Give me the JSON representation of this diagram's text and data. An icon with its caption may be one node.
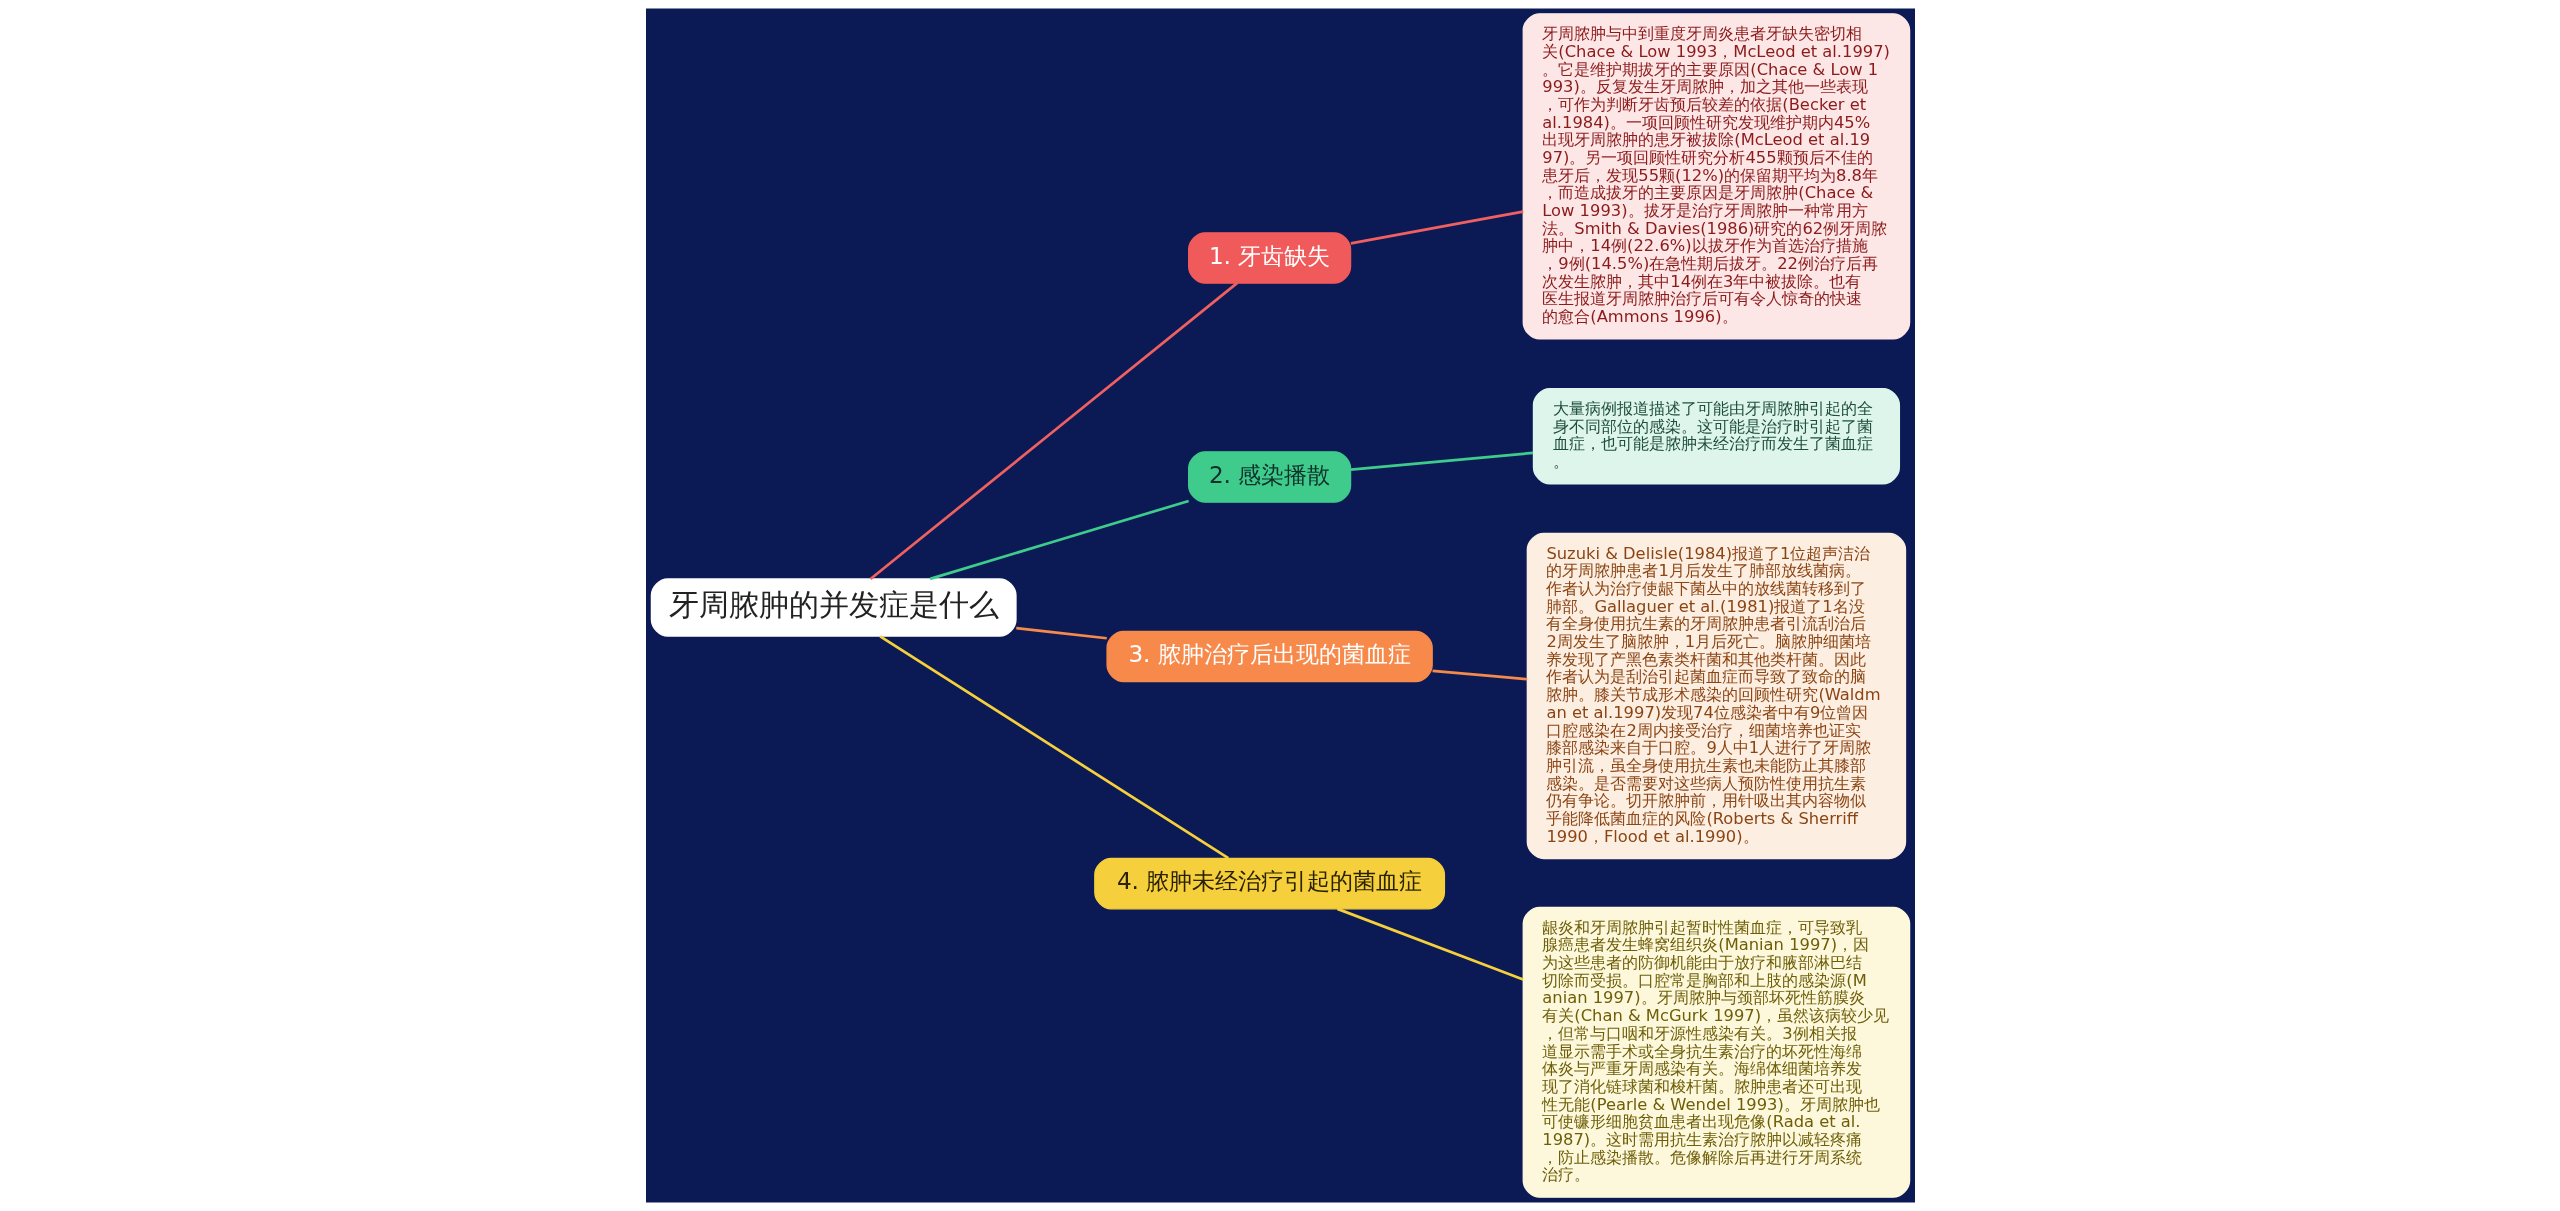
{
  "diagram": {
    "nodes": [
      {
        "text": [
          "牙周脓肿的并发症是什么"
        ]
      },
      {
        "text": [
          "1. 牙齿缺失"
        ]
      },
      {
        "text": [
          "牙周脓肿与中到重度牙周炎患者牙缺失密切相关(Chace & Low 1993，McLeod et al.1997)。它是维护期拔牙的主要原因(Chace & Low 1993)。反复发生牙周脓肿，加之其他一些表现，可作为判断牙齿预后较差的依据(Becker et al.1984)。一项回顾性研究发现维护期内45%出现牙周脓肿的患牙被拔除(McLeod et al.1997)。另一项回顾性研究分析455颗预后不佳的患牙后，发现55颗(12%)的保留期平均为8.8年，而造成拔牙的主要原因是牙周脓肿(Chace & Low 1993)。拔牙是治疗牙周脓肿一种常用方法。Smith & Davies(1986)研究的62例牙周脓肿中，14例(22.6%)以拔牙作为首选治疗措施，9例(14.5%)在急性期后拔牙。22例治疗后再次发生脓肿，其中14例在3年中被拔除。也有医生报道牙周脓肿治疗后可有令人惊奇的快速的愈合(Ammons 1996)。"
        ]
      },
      {
        "text": [
          "2. 感染播散"
        ]
      },
      {
        "text": [
          "大量病例报道描述了可能由牙周脓肿引起的全身不同部位的感染。这可能是治疗时引起了菌血症，也可能是脓肿未经治疗而发生了菌血症。"
        ]
      },
      {
        "text": [
          "3. 脓肿治疗后出现的菌血症"
        ]
      },
      {
        "text": [
          "Suzuki & Delisle(1984)报道了1位超声洁治的牙周脓肿患者1月后发生了肺部放线菌病。作者认为治疗使龈下菌丛中的放线菌转移到了肺部。Gallaguer et al.(1981)报道了1名没有全身使用抗生素的牙周脓肿患者引流刮治后2周发生了脑脓肿，1月后死亡。脑脓肿细菌培养发现了产黑色素类杆菌和其他类杆菌。因此作者认为是刮治引起菌血症而导致了致命的脑脓肿。膝关节成形术感染的回顾性研究(Waldman et al.1997)发现74位感染者中有9位曾因口腔感染在2周内接受治疗，细菌培养也证实膝部感染来自于口腔。9人中1人进行了牙周脓肿引流，虽全身使用抗生素也未能防止其膝部感染。是否需要对这些病人预防性使用抗生素仍有争论。切开脓肿前，用针吸出其内容物似乎能降低菌血症的风险(Roberts & Sherriff 1990，Flood et al.1990)。"
        ]
      },
      {
        "text": [
          "4. 脓肿未经治疗引起的菌血症"
        ]
      },
      {
        "text": [
          "龈炎和牙周脓肿引起暂时性菌血症，可导致乳腺癌患者发生蜂窝组织炎(Manian 1997)，因为这些患者的防御机能由于放疗和腋部淋巴结切除而受损。口腔常是胸部和上肢的感染源(Manian 1997)。牙周脓肿与颈部坏死性筋膜炎有关(Chan & McGurk 1997)，虽然该病较少见，但常与口咽和牙源性感染有关。3例相关报道显示需手术或全身抗生素治疗的坏死性海绵体炎与严重牙周感染有关。海绵体细菌培养发现了消化链球菌和梭杆菌。脓肿患者还可出现性无能(Pearle & Wendel 1993)。牙周脓肿也可使镰形细胞贫血患者出现危像(Rada et al.1987)。这时需用抗生素治疗脓肿以减轻疼痛，防止感染播散。危像解除后再进行牙周系统治疗。"
        ]
      }
    ],
    "edges": [
      {
        "from": 0,
        "to": 1,
        "arrow": "none",
        "color": "#f06060"
      },
      {
        "from": 1,
        "to": 2,
        "arrow": "none",
        "color": "#f06060"
      },
      {
        "from": 0,
        "to": 3,
        "arrow": "none",
        "color": "#3ecb8c"
      },
      {
        "from": 3,
        "to": 4,
        "arrow": "none",
        "color": "#3ecb8c"
      },
      {
        "from": 0,
        "to": 5,
        "arrow": "none",
        "color": "#f7894a"
      },
      {
        "from": 5,
        "to": 6,
        "arrow": "none",
        "color": "#f7894a"
      },
      {
        "from": 0,
        "to": 7,
        "arrow": "none",
        "color": "#f5d03c"
      },
      {
        "from": 7,
        "to": 8,
        "arrow": "none",
        "color": "#f5d03c"
      }
    ]
  }
}
